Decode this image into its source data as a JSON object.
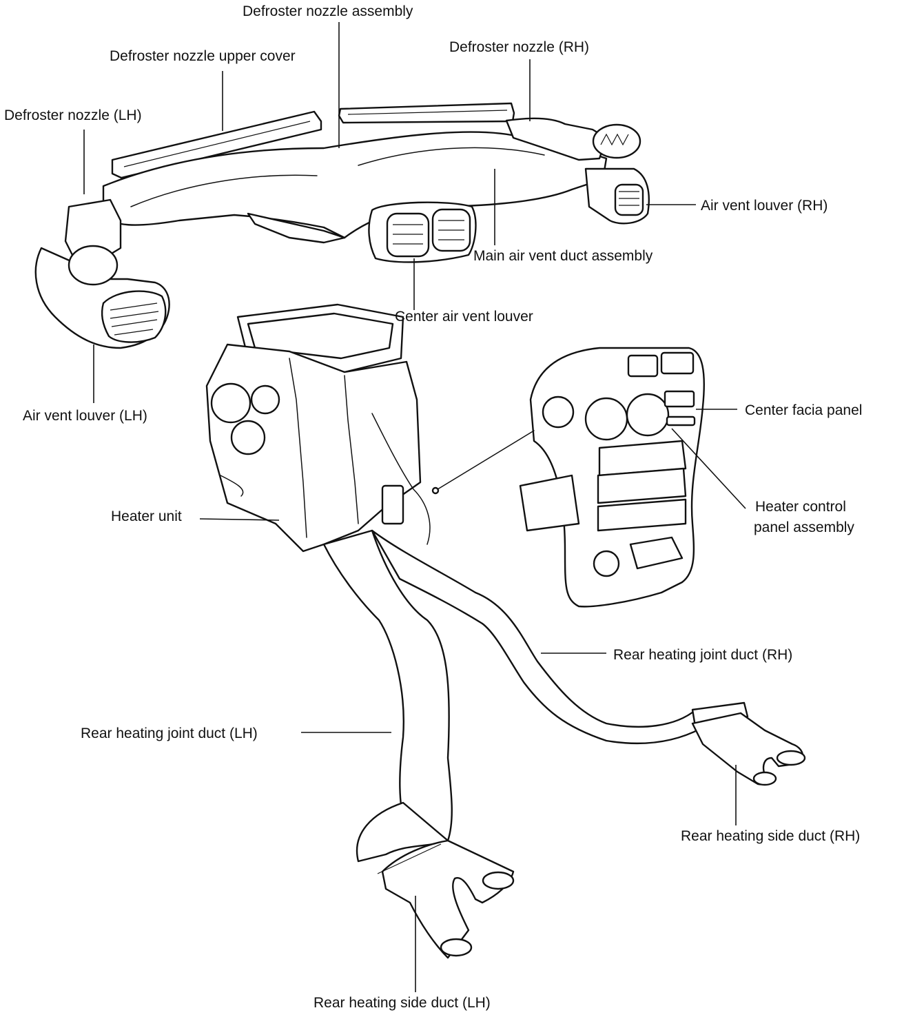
{
  "labels": {
    "defroster_nozzle_assembly": "Defroster nozzle assembly",
    "defroster_nozzle_upper_cover": "Defroster nozzle upper cover",
    "defroster_nozzle_rh": "Defroster nozzle (RH)",
    "defroster_nozzle_lh": "Defroster nozzle (LH)",
    "air_vent_louver_rh": "Air vent louver (RH)",
    "main_air_vent_duct_assembly": "Main air vent duct assembly",
    "center_air_vent_louver": "Center air vent louver",
    "air_vent_louver_lh": "Air vent louver (LH)",
    "center_facia_panel": "Center facia panel",
    "heater_control_panel_assembly_line1": "Heater control",
    "heater_control_panel_assembly_line2": "panel assembly",
    "heater_unit": "Heater unit",
    "rear_heating_joint_duct_rh": "Rear heating joint duct (RH)",
    "rear_heating_joint_duct_lh": "Rear heating joint duct (LH)",
    "rear_heating_side_duct_rh": "Rear heating side duct (RH)",
    "rear_heating_side_duct_lh": "Rear heating side duct (LH)"
  }
}
